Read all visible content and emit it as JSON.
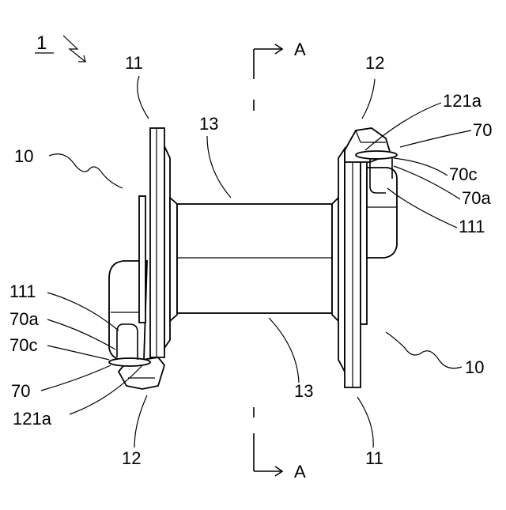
{
  "figure": {
    "ref_main": "1",
    "section_label_top": "A",
    "section_label_bottom": "A",
    "labels": {
      "flange_top_left": "11",
      "flange_bottom_right": "11",
      "holder_top_right": "12",
      "holder_bottom_left": "12",
      "drum_top": "13",
      "drum_bottom": "13",
      "bracket_left": "10",
      "bracket_right": "10",
      "clip_top_right": "70",
      "clip_bottom_left": "70",
      "clip_c_top_right": "70c",
      "clip_c_bottom_left": "70c",
      "clip_a_top_right": "70a",
      "clip_a_bottom_left": "70a",
      "groove_top_right": "111",
      "groove_bottom_left": "111",
      "hole_top_right": "121a",
      "hole_bottom_left": "121a"
    }
  }
}
